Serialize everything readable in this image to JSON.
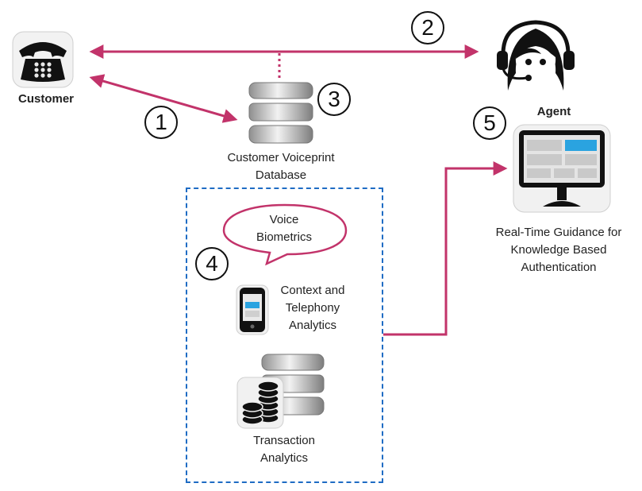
{
  "nodes": {
    "customer": {
      "label": "Customer"
    },
    "agent": {
      "label": "Agent"
    },
    "voiceprint_db": {
      "line1": "Customer Voiceprint",
      "line2": "Database"
    },
    "voice_biometrics": {
      "line1": "Voice",
      "line2": "Biometrics"
    },
    "context_analytics": {
      "line1": "Context and",
      "line2": "Telephony",
      "line3": "Analytics"
    },
    "transaction_analytics": {
      "line1": "Transaction",
      "line2": "Analytics"
    },
    "guidance": {
      "line1": "Real-Time Guidance for",
      "line2": "Knowledge Based",
      "line3": "Authentication"
    }
  },
  "steps": [
    "1",
    "2",
    "3",
    "4",
    "5"
  ],
  "colors": {
    "arrow": "#c2336a",
    "dashed_box": "#1f6cc4",
    "screen_accent": "#2aa3e0"
  },
  "icons": [
    "telephone-icon",
    "agent-headset-icon",
    "database-icon",
    "mobile-phone-icon",
    "coins-icon",
    "monitor-icon",
    "speech-bubble-icon"
  ]
}
